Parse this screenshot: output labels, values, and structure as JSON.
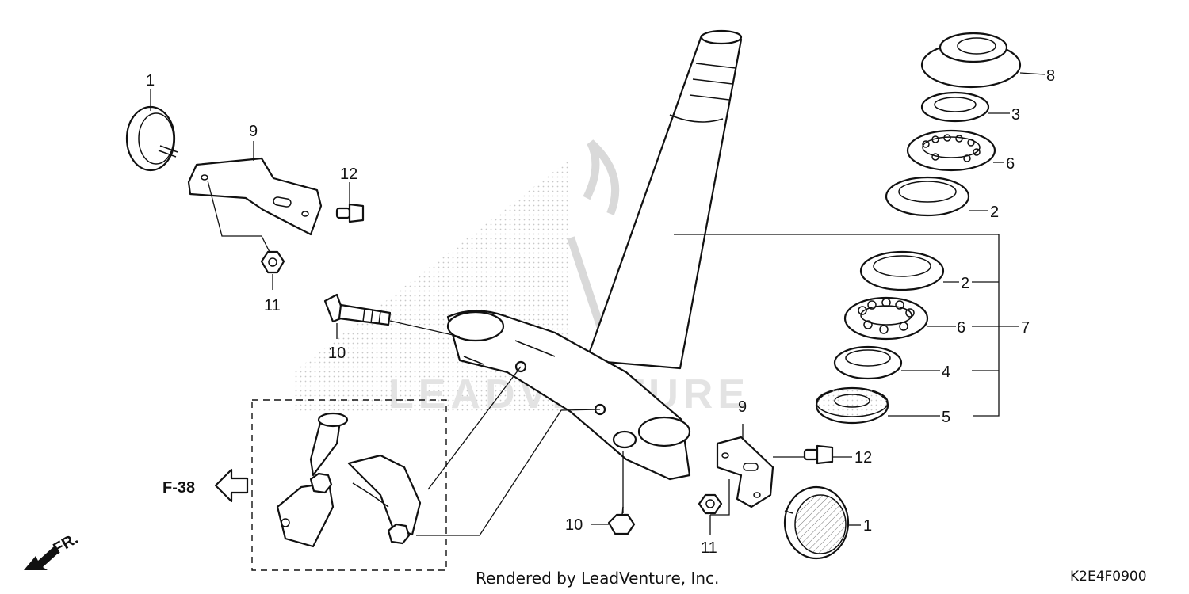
{
  "callouts": {
    "c1_left": "1",
    "c9_left": "9",
    "c12_left": "12",
    "c11_left": "11",
    "c10_left": "10",
    "c8": "8",
    "c3": "3",
    "c6_top": "6",
    "c2_top": "2",
    "c2_mid": "2",
    "c6_mid": "6",
    "c7": "7",
    "c4": "4",
    "c5": "5",
    "c9_right": "9",
    "c12_right": "12",
    "c10_bottom": "10",
    "c11_right": "11",
    "c1_right": "1"
  },
  "reference": {
    "label": "F-38",
    "front": "FR."
  },
  "footer": {
    "credit": "Rendered by LeadVenture, Inc.",
    "code": "K2E4F0900"
  },
  "watermark": {
    "text": "LEADVENTURE"
  },
  "colors": {
    "line": "#111111",
    "watermark": "#d9d9d9",
    "background": "#ffffff"
  }
}
